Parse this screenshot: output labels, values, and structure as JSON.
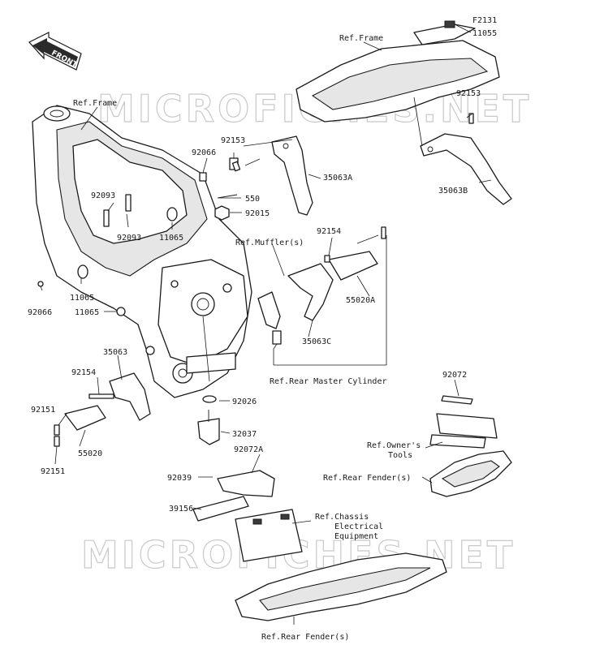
{
  "front_badge": "FRONT",
  "watermark": "MICROFICHES.NET",
  "labels": {
    "f2131": "F2131",
    "p11055": "11055",
    "ref_frame_top": "Ref.Frame",
    "p92153_a": "92153",
    "ref_frame_left": "Ref.Frame",
    "p92153_b": "92153",
    "p92066_a": "92066",
    "p35063a": "35063A",
    "p35063b": "35063B",
    "p92093_a": "92093",
    "p550": "550",
    "p92015": "92015",
    "p92093_b": "92093",
    "p11065_a": "11065",
    "ref_muffler": "Ref.Muffler(s)",
    "p92154_a": "92154",
    "p11065_b": "11065",
    "p92066_b": "92066",
    "p11065_c": "11065",
    "p55020a": "55020A",
    "p35063c": "35063C",
    "p35063": "35063",
    "ref_rear_master": "Ref.Rear Master Cylinder",
    "p92154_b": "92154",
    "p92072": "92072",
    "p92151_a": "92151",
    "p92026": "92026",
    "p32037": "32037",
    "p55020": "55020",
    "p92151_b": "92151",
    "p92072a": "92072A",
    "ref_owners_1": "Ref.Owner's",
    "ref_owners_2": "Tools",
    "ref_rear_fender_1": "Ref.Rear Fender(s)",
    "p92039": "92039",
    "p39156": "39156",
    "ref_chassis_1": "Ref.Chassis",
    "ref_chassis_2": "Electrical",
    "ref_chassis_3": "Equipment",
    "ref_rear_fender_2": "Ref.Rear Fender(s)"
  }
}
